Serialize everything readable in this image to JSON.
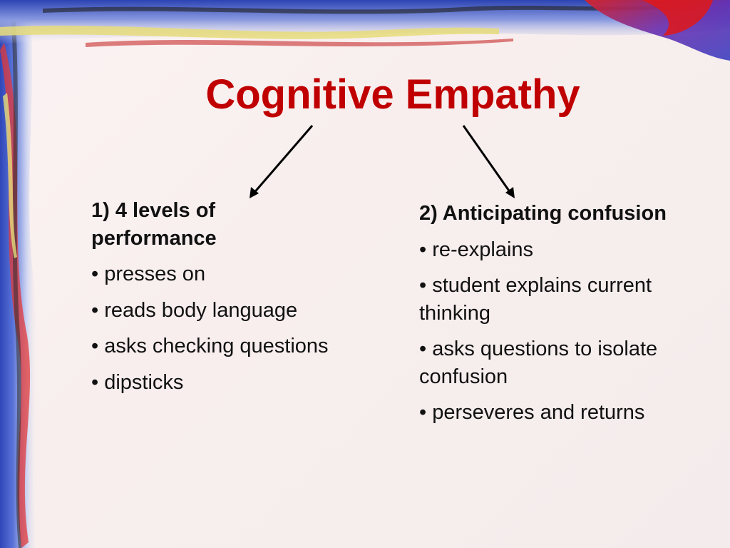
{
  "slide": {
    "title": "Cognitive Empathy",
    "left_column": {
      "heading": "1) 4 levels of performance",
      "bullets": [
        "• presses on",
        "• reads body language",
        "• asks checking questions",
        "• dipsticks"
      ]
    },
    "right_column": {
      "heading": "2) Anticipating confusion",
      "bullets": [
        "• re-explains",
        "• student explains current thinking",
        "• asks questions to isolate confusion",
        "• perseveres and returns"
      ]
    }
  },
  "colors": {
    "title": "#c00000",
    "body_text": "#111111",
    "background": "#f8eeee",
    "frame_blue": "#3a55c8",
    "frame_red": "#d81818",
    "frame_yellow": "#e6dc7a"
  },
  "decorations": [
    "decorative-brushstroke-frame",
    "arrow-icon-left",
    "arrow-icon-right"
  ]
}
